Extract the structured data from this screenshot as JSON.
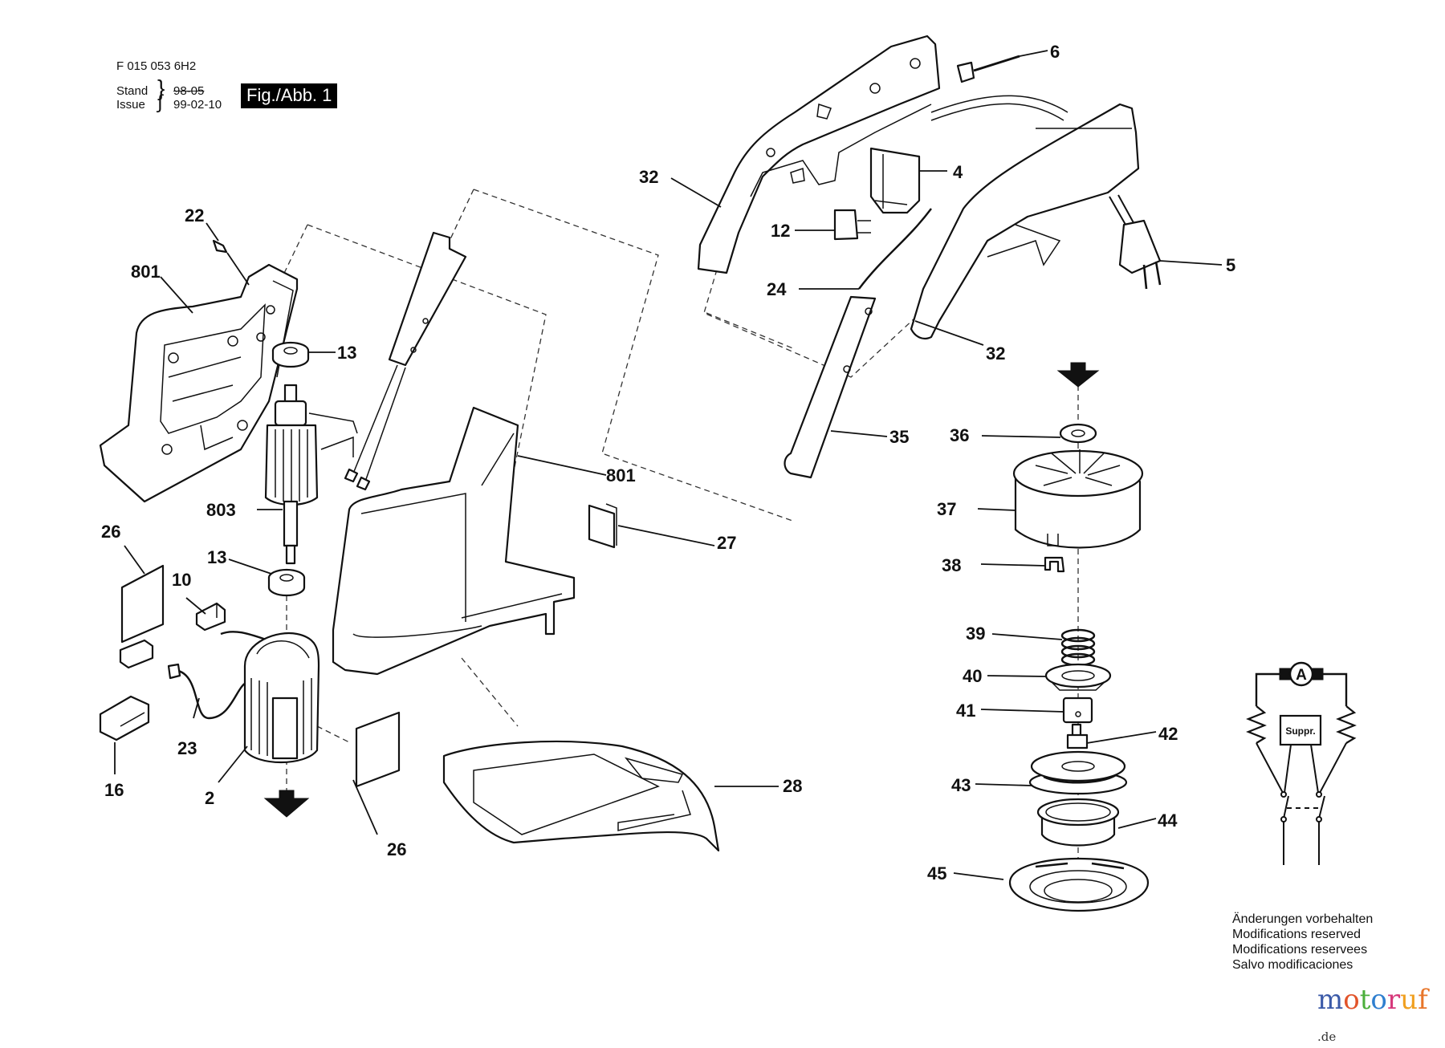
{
  "header": {
    "doc_number": "F 015 053 6H2",
    "stand_label": "Stand",
    "issue_label": "Issue",
    "stand_date_struck": "98-05",
    "issue_date": "99-02-10",
    "figure_label": "Fig./Abb. 1"
  },
  "parts": {
    "p2": "2",
    "p4": "4",
    "p5": "5",
    "p6": "6",
    "p10": "10",
    "p12": "12",
    "p13a": "13",
    "p13b": "13",
    "p16": "16",
    "p22": "22",
    "p23": "23",
    "p24": "24",
    "p26a": "26",
    "p26b": "26",
    "p27": "27",
    "p28": "28",
    "p32a": "32",
    "p32b": "32",
    "p35": "35",
    "p36": "36",
    "p37": "37",
    "p38": "38",
    "p39": "39",
    "p40": "40",
    "p41": "41",
    "p42": "42",
    "p43": "43",
    "p44": "44",
    "p45": "45",
    "p801a": "801",
    "p801b": "801",
    "p803": "803"
  },
  "schematic": {
    "motor_symbol": "A",
    "suppressor_label": "Suppr."
  },
  "notes": [
    "Änderungen vorbehalten",
    "Modifications reserved",
    "Modifications reservees",
    "Salvo modificaciones"
  ],
  "watermark": {
    "letters": [
      "m",
      "o",
      "t",
      "o",
      "r",
      "u",
      "f"
    ],
    "colors": [
      "#3b5aa8",
      "#e2542a",
      "#4caf3c",
      "#2f7fcf",
      "#d6387a",
      "#f0a020",
      "#e8762a"
    ],
    "tld": ".de"
  }
}
